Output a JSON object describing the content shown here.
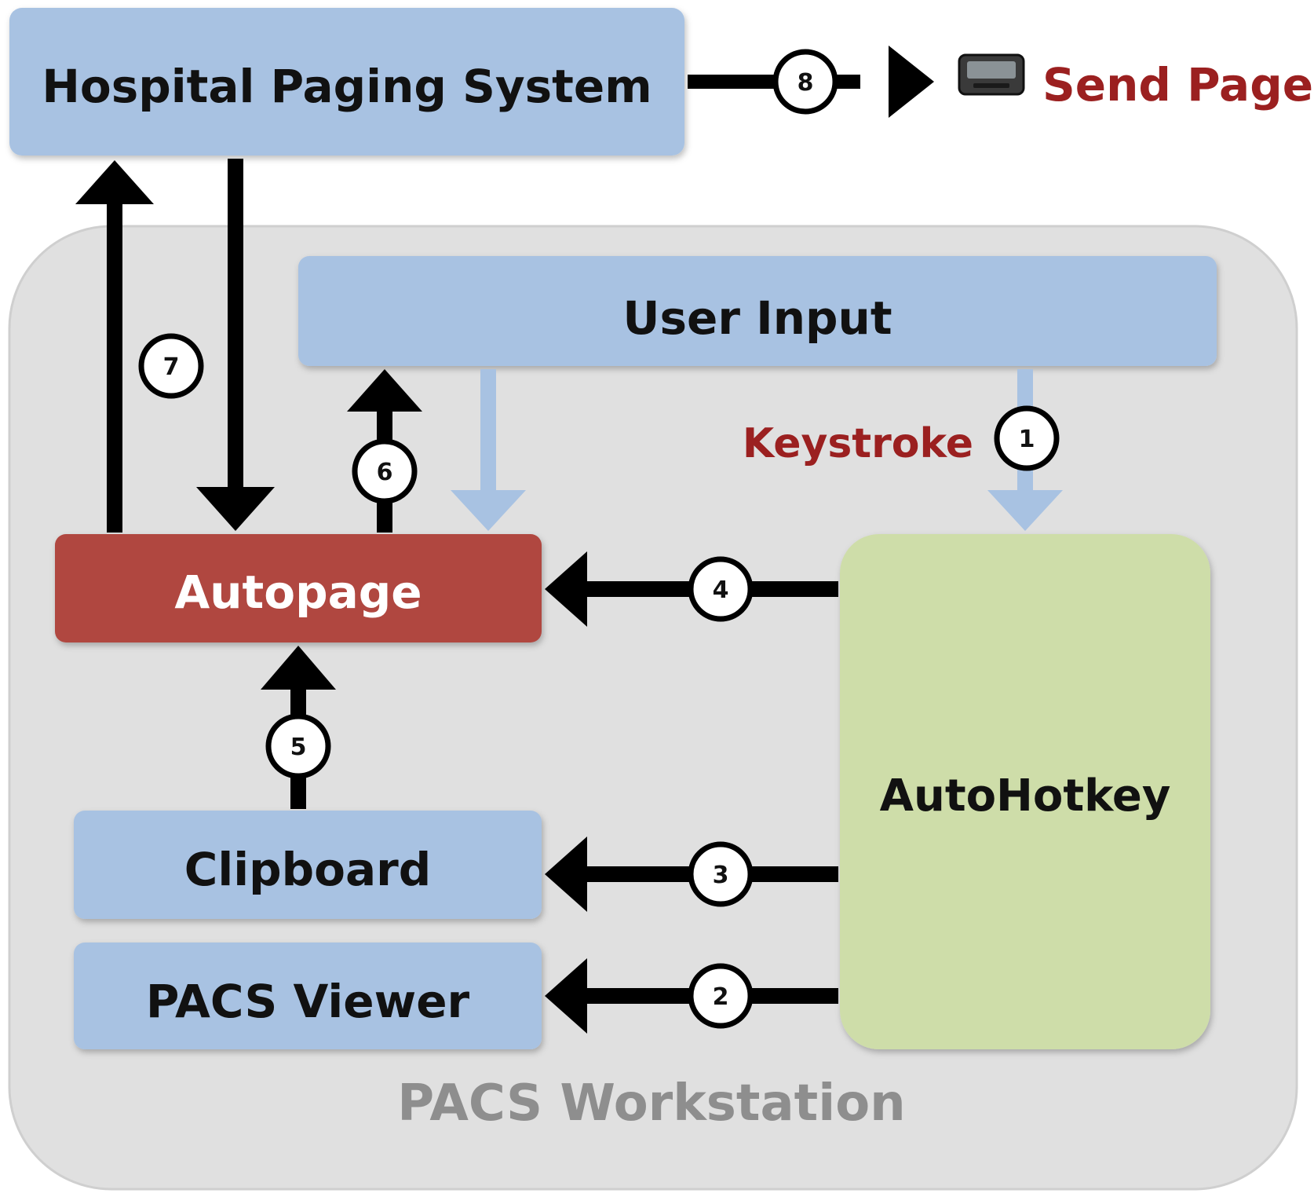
{
  "nodes": {
    "hospital_paging_system": "Hospital Paging System",
    "user_input": "User Input",
    "autopage": "Autopage",
    "autohotkey": "AutoHotkey",
    "clipboard": "Clipboard",
    "pacs_viewer": "PACS Viewer"
  },
  "container": {
    "label": "PACS Workstation"
  },
  "edge_labels": {
    "keystroke": "Keystroke",
    "send_pages": "Send Pages"
  },
  "steps": [
    "1",
    "2",
    "3",
    "4",
    "5",
    "6",
    "7",
    "8"
  ],
  "colors": {
    "box_blue": "#a8c2e2",
    "autopage_red": "#b0473f",
    "autohotkey_green": "#cedda9",
    "container_gray": "#e0e0e0",
    "container_label_gray": "#8e8e8e",
    "accent_red": "#9b2020",
    "arrow_black": "#000000",
    "arrow_light_blue": "#a8c2e2"
  },
  "icons": {
    "pager": "pager-icon"
  }
}
